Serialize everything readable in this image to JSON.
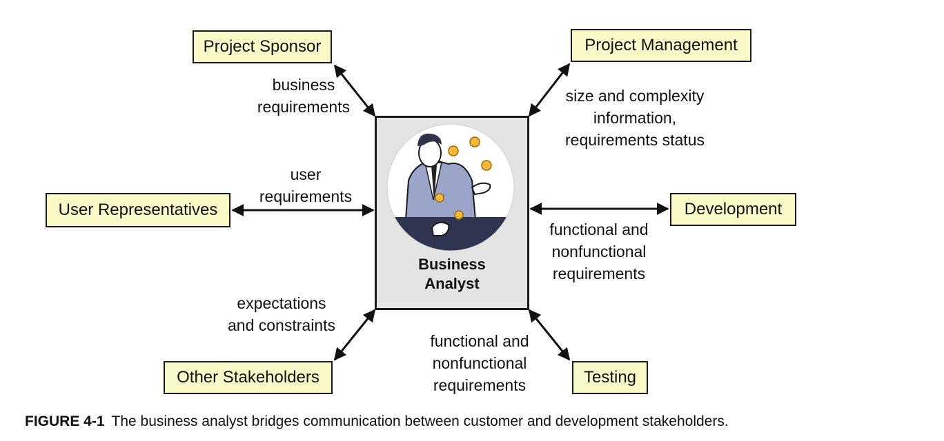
{
  "nodes": {
    "project_sponsor": "Project Sponsor",
    "project_management": "Project Management",
    "user_representatives": "User Representatives",
    "development": "Development",
    "other_stakeholders": "Other Stakeholders",
    "testing": "Testing"
  },
  "center": {
    "line1": "Business",
    "line2": "Analyst"
  },
  "labels": {
    "sponsor": [
      "business",
      "requirements"
    ],
    "management": [
      "size and complexity",
      "information,",
      "requirements status"
    ],
    "users": [
      "user",
      "requirements"
    ],
    "development": [
      "functional and",
      "nonfunctional",
      "requirements"
    ],
    "other": [
      "expectations",
      "and constraints"
    ],
    "testing": [
      "functional and",
      "nonfunctional",
      "requirements"
    ]
  },
  "caption": {
    "number": "FIGURE 4-1",
    "text": "The business analyst bridges communication between customer and development stakeholders."
  }
}
